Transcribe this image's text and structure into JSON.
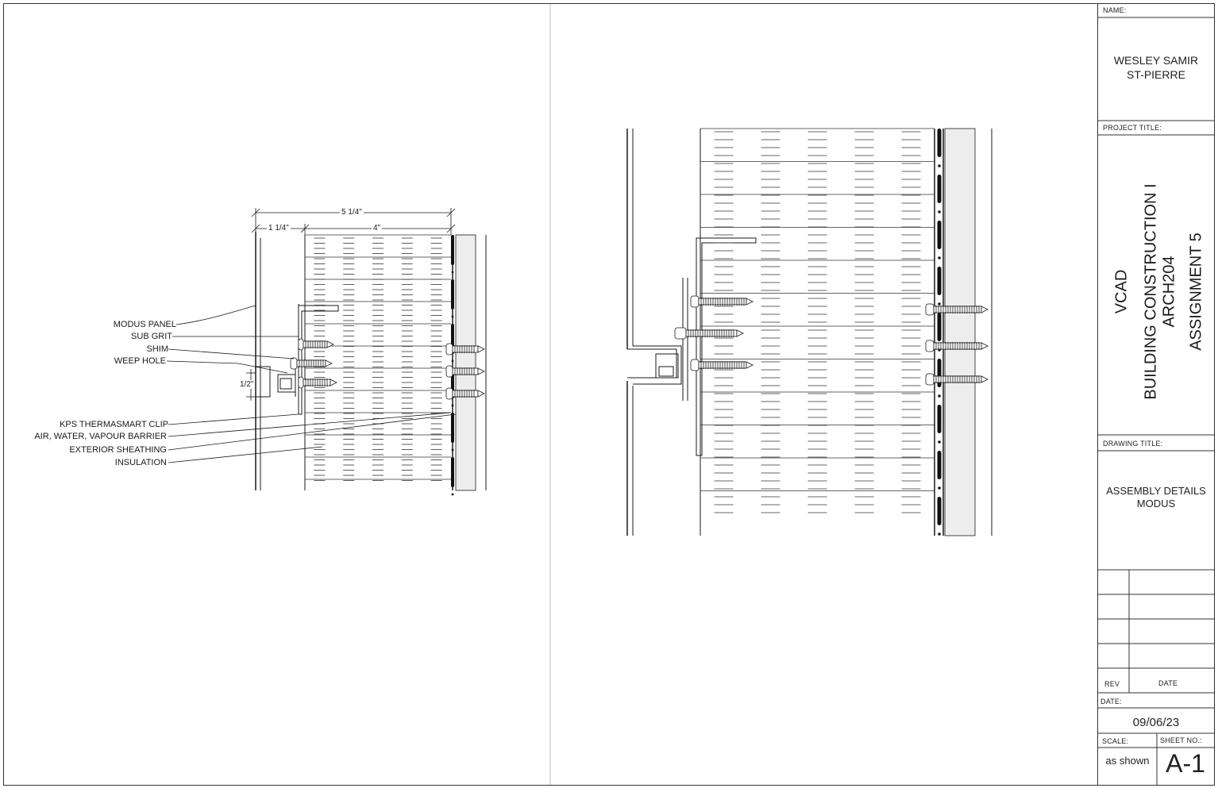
{
  "title_block": {
    "name_label": "NAME:",
    "name_line1": "WESLEY SAMIR",
    "name_line2": "ST-PIERRE",
    "project_title_label": "PROJECT TITLE:",
    "project_lines": [
      "VCAD",
      "BUILDING CONSTRUCTION I",
      "ARCH204",
      "ASSIGNMENT 5"
    ],
    "drawing_title_label": "DRAWING TITLE:",
    "drawing_line1": "ASSEMBLY DETAILS",
    "drawing_line2": "MODUS",
    "rev_label": "REV",
    "date_col_label": "DATE",
    "date_label": "DATE:",
    "date_value": "09/06/23",
    "scale_label": "SCALE:",
    "scale_value": "as shown",
    "sheet_label": "SHEET NO.:",
    "sheet_value": "A-1"
  },
  "detail_left": {
    "dimensions": {
      "overall": "5 1/4\"",
      "panel_depth": "1 1/4\"",
      "insulation": "4\"",
      "gap": "1/2\""
    },
    "callouts": [
      "MODUS PANEL",
      "SUB GRIT",
      "SHIM",
      "WEEP HOLE",
      "KPS THERMASMART CLIP",
      "AIR, WATER, VAPOUR BARRIER",
      "EXTERIOR SHEATHING",
      "INSULATION"
    ]
  },
  "colors": {
    "line": "#1a1a1a",
    "sheathing_fill": "#ededed",
    "frame": "#333333"
  }
}
